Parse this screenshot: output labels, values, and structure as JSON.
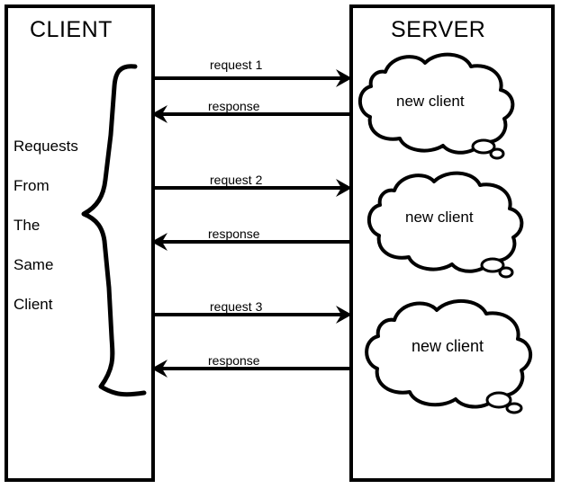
{
  "diagram": {
    "title_client": "CLIENT",
    "title_server": "SERVER",
    "type": "sequence-diagram",
    "stroke_color": "#000000",
    "background_color": "#ffffff"
  },
  "client_panel": {
    "header": "CLIENT",
    "stacked_caption": {
      "full_text": "Requests From The Same Client",
      "lines": [
        {
          "word": "Requests"
        },
        {
          "word": "From"
        },
        {
          "word": "The"
        },
        {
          "word": "Same"
        },
        {
          "word": "Client"
        }
      ]
    },
    "brace_icon_name": "curly-brace-icon"
  },
  "server_panel": {
    "header": "SERVER",
    "clouds": [
      {
        "label": "new client"
      },
      {
        "label": "new client"
      },
      {
        "label": "new client"
      }
    ]
  },
  "messages": [
    {
      "label": "request 1",
      "direction": "to-server"
    },
    {
      "label": "response",
      "direction": "to-client"
    },
    {
      "label": "request 2",
      "direction": "to-server"
    },
    {
      "label": "response",
      "direction": "to-client"
    },
    {
      "label": "request 3",
      "direction": "to-server"
    },
    {
      "label": "response",
      "direction": "to-client"
    }
  ]
}
